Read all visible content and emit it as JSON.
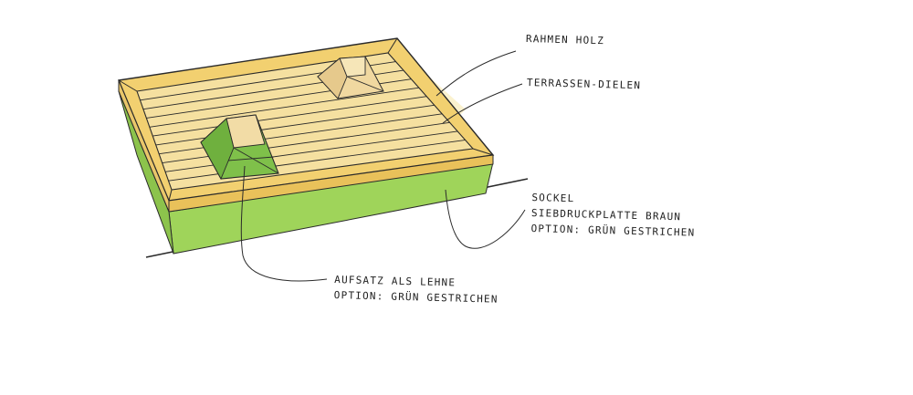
{
  "title": "",
  "colors": {
    "frame_wood": "#f2d878",
    "deck_boards": "#f5e2a0",
    "plinth_green": "#9fd45a",
    "backrest_green": "#7fc04a",
    "backrest_light": "#f0d8a0",
    "ink": "#2a2a2a"
  },
  "annotations": {
    "frame": "RAHMEN HOLZ",
    "boards": "TERRASSEN-DIELEN",
    "plinth": [
      "SOCKEL",
      "SIEBDRUCKPLATTE BRAUN",
      "OPTION: GRÜN GESTRICHEN"
    ],
    "backrest": [
      "AUFSATZ ALS LEHNE",
      "OPTION: GRÜN GESTRICHEN"
    ]
  }
}
